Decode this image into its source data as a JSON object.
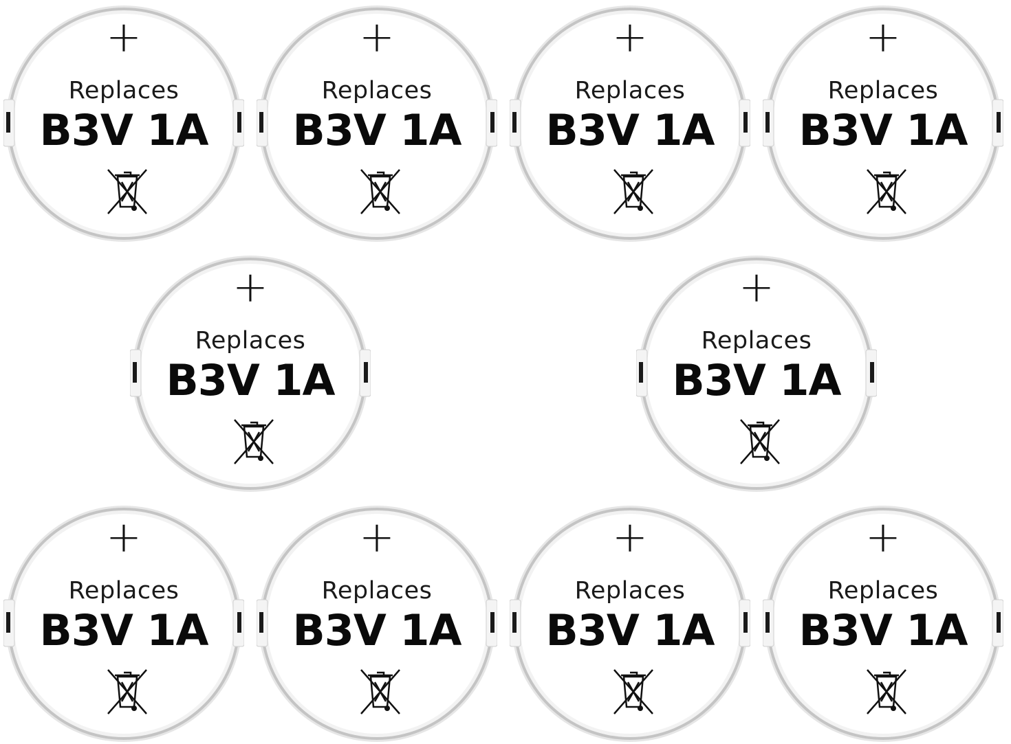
{
  "batteries": [
    {
      "plus": "+",
      "replaces": "Replaces",
      "model": "B3V 1A"
    },
    {
      "plus": "+",
      "replaces": "Replaces",
      "model": "B3V 1A"
    },
    {
      "plus": "+",
      "replaces": "Replaces",
      "model": "B3V 1A"
    },
    {
      "plus": "+",
      "replaces": "Replaces",
      "model": "B3V 1A"
    },
    {
      "plus": "+",
      "replaces": "Replaces",
      "model": "B3V 1A"
    },
    {
      "plus": "+",
      "replaces": "Replaces",
      "model": "B3V 1A"
    },
    {
      "plus": "+",
      "replaces": "Replaces",
      "model": "B3V 1A"
    },
    {
      "plus": "+",
      "replaces": "Replaces",
      "model": "B3V 1A"
    },
    {
      "plus": "+",
      "replaces": "Replaces",
      "model": "B3V 1A"
    },
    {
      "plus": "+",
      "replaces": "Replaces",
      "model": "B3V 1A"
    }
  ],
  "icons": {
    "disposal": "crossed-out-wheelie-bin-icon"
  },
  "colors": {
    "background": "#ffffff",
    "battery_face": "#ffffff",
    "battery_rim": "#b8b8b8",
    "text": "#111111"
  }
}
